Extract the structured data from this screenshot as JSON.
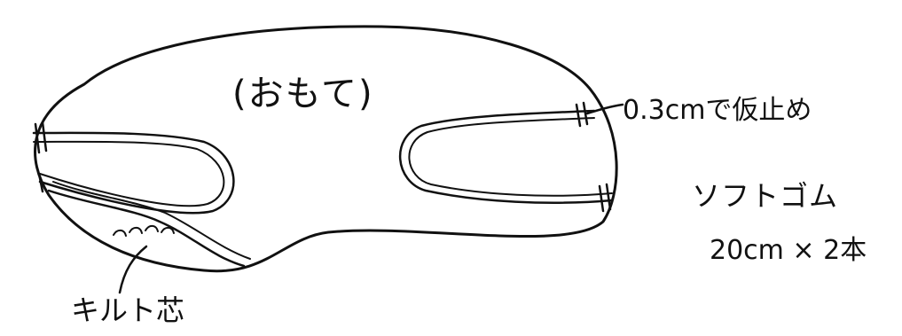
{
  "labels": {
    "front": "(おもて)",
    "baste": "0.3cmで仮止め",
    "elastic_name": "ソフトゴム",
    "elastic_size": "20cm × 2本",
    "quilting": "キルト芯"
  },
  "colors": {
    "ink": "#111111",
    "paper": "#ffffff"
  }
}
